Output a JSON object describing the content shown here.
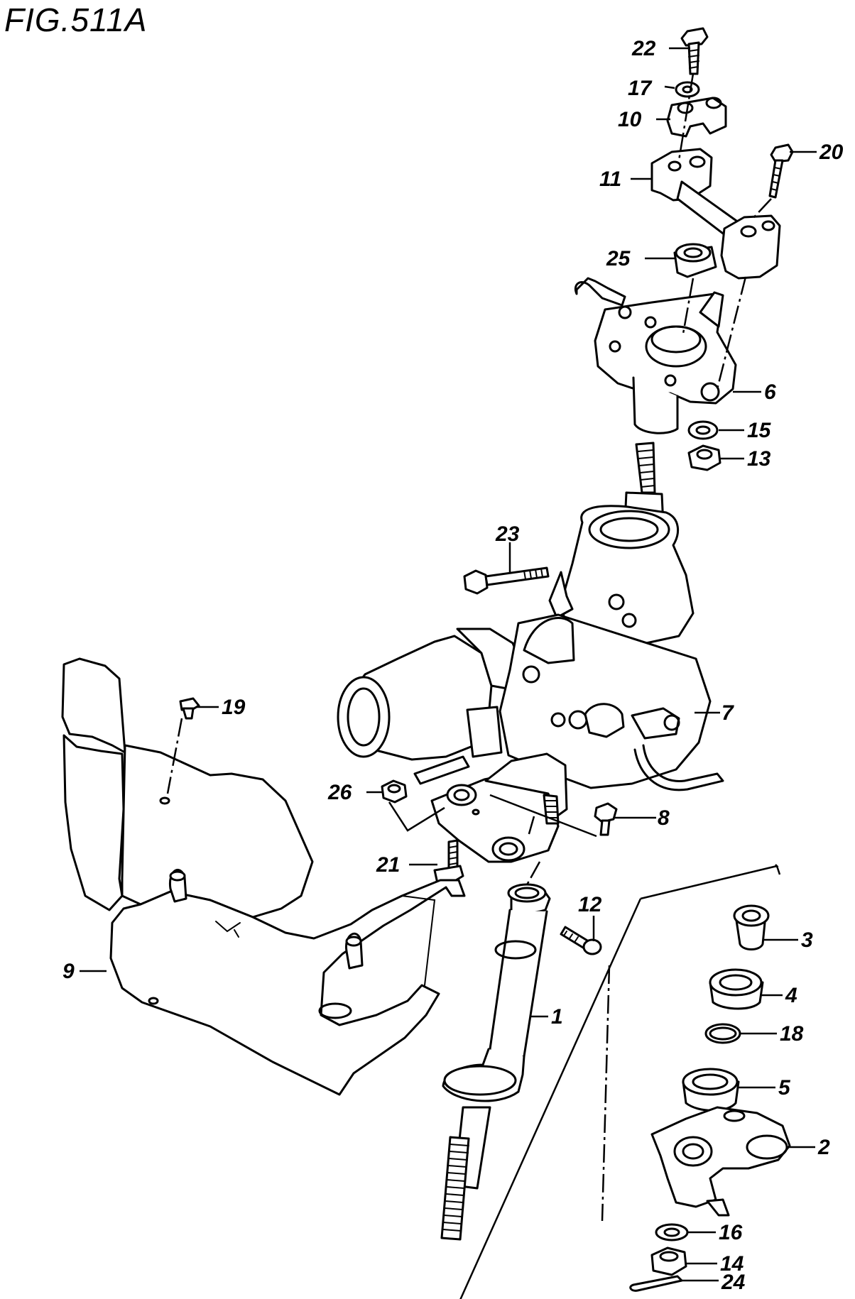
{
  "figure": {
    "title": "FIG.511A"
  },
  "callouts": [
    {
      "id": "22",
      "text": "22"
    },
    {
      "id": "17",
      "text": "17"
    },
    {
      "id": "10",
      "text": "10"
    },
    {
      "id": "20",
      "text": "20"
    },
    {
      "id": "11",
      "text": "11"
    },
    {
      "id": "25",
      "text": "25"
    },
    {
      "id": "6",
      "text": "6"
    },
    {
      "id": "15",
      "text": "15"
    },
    {
      "id": "13",
      "text": "13"
    },
    {
      "id": "23",
      "text": "23"
    },
    {
      "id": "19",
      "text": "19"
    },
    {
      "id": "7",
      "text": "7"
    },
    {
      "id": "26",
      "text": "26"
    },
    {
      "id": "8",
      "text": "8"
    },
    {
      "id": "21",
      "text": "21"
    },
    {
      "id": "12",
      "text": "12"
    },
    {
      "id": "3",
      "text": "3"
    },
    {
      "id": "9",
      "text": "9"
    },
    {
      "id": "1",
      "text": "1"
    },
    {
      "id": "4",
      "text": "4"
    },
    {
      "id": "18",
      "text": "18"
    },
    {
      "id": "5",
      "text": "5"
    },
    {
      "id": "2",
      "text": "2"
    },
    {
      "id": "16",
      "text": "16"
    },
    {
      "id": "14",
      "text": "14"
    },
    {
      "id": "24",
      "text": "24"
    }
  ]
}
